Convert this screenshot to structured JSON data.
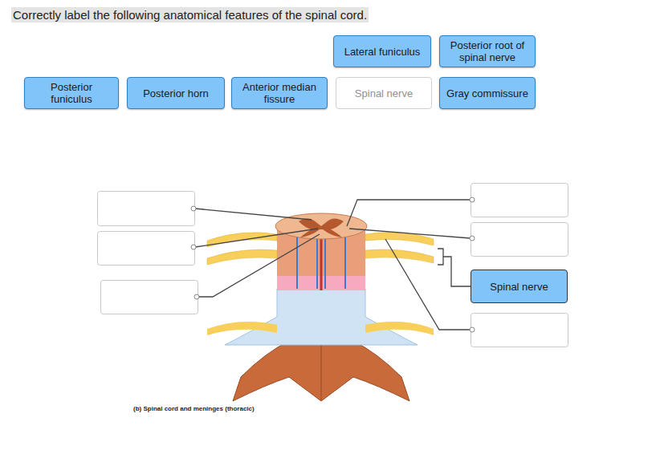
{
  "diagram": {
    "title": "Correctly label the following anatomical features of the spinal cord.",
    "caption": "(b) Spinal cord and meninges (thoracic)",
    "nodes": [
      {
        "text": [
          "Lateral funiculus"
        ]
      },
      {
        "text": [
          "Posterior root of spinal nerve"
        ]
      },
      {
        "text": [
          "Posterior funiculus"
        ]
      },
      {
        "text": [
          "Posterior horn"
        ]
      },
      {
        "text": [
          "Anterior median fissure"
        ]
      },
      {
        "text": [
          "Spinal nerve"
        ]
      },
      {
        "text": [
          "Gray commissure"
        ]
      },
      {
        "text": [
          "Spinal nerve"
        ]
      }
    ]
  }
}
